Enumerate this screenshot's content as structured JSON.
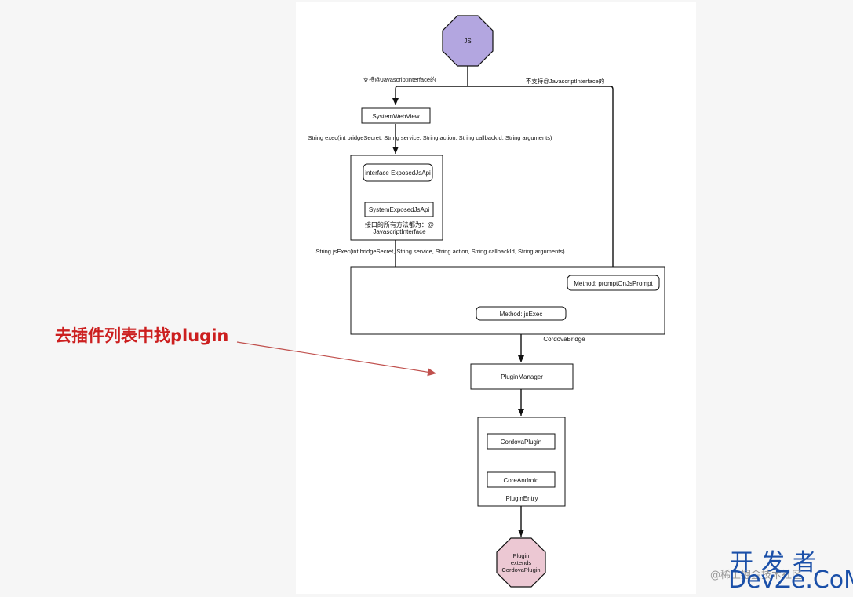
{
  "nodes": {
    "js": "JS",
    "system_webview": "SystemWebView",
    "exposed_js_api": "interface ExposedJsApi",
    "system_exposed_js_api": "SystemExposedJsApi",
    "interface_note_line1": "接口的所有方法都为：@",
    "interface_note_line2": "JavascriptInterface",
    "prompt_on_js_prompt": "Method: promptOnJsPrompt",
    "js_exec": "Method: jsExec",
    "cordova_bridge": "CordovaBridge",
    "plugin_manager": "PluginManager",
    "cordova_plugin": "CordovaPlugin",
    "core_android": "CoreAndroid",
    "plugin_entry": "PluginEntry",
    "plugin_line1": "Plugin",
    "plugin_line2": "extends",
    "plugin_line3": "CordovaPlugin"
  },
  "edges": {
    "supports_annotation": "支持@JavascriptInterface的",
    "no_annotation": "不支持@JavascriptInterface的",
    "exec_signature": "String exec(int bridgeSecret, String service, String action, String callbackId, String arguments)",
    "js_exec_signature": "String jsExec(int bridgeSecret, String service, String action, String callbackId, String arguments)"
  },
  "annotation": {
    "text": "去插件列表中找plugin",
    "color": "#cc1f1f"
  },
  "watermark": {
    "brand_cn": "开发者",
    "brand_en": "DevZe.CoM",
    "credit": "@稀土掘金技术社区"
  },
  "colors": {
    "js_fill": "#b3a6e0",
    "plugin_fill": "#ecc8d3",
    "arrow": "#c0504d"
  }
}
